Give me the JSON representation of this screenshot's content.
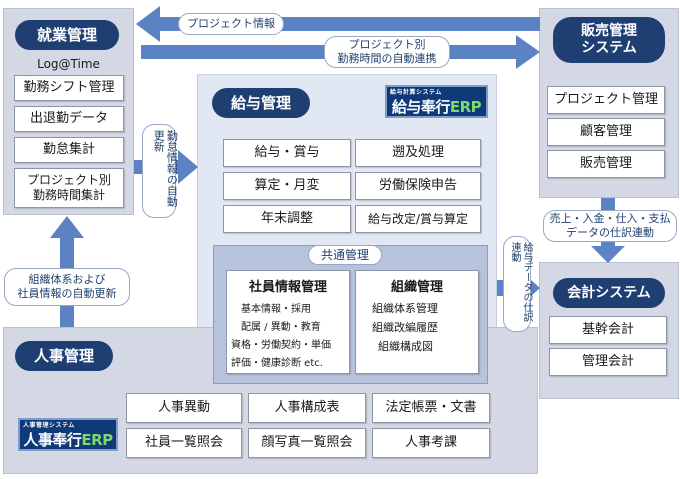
{
  "colors": {
    "arrow": "#5b82c3",
    "pill": "#1f3f73",
    "panel": "#d3d8e4"
  },
  "shugyo": {
    "title": "就業管理",
    "subtitle": "Log@Time",
    "items": [
      "勤務シフト管理",
      "出退勤データ",
      "勤怠集計",
      "プロジェクト別\n勤務時間集計"
    ]
  },
  "hanbai": {
    "title": "販売管理\nシステム",
    "items": [
      "プロジェクト管理",
      "顧客管理",
      "販売管理"
    ]
  },
  "kyuyo": {
    "title": "給与管理",
    "logo_small": "給与計算システム",
    "logo_main": "給与奉行",
    "logo_suffix": "ERP",
    "items": [
      "給与・賞与",
      "遡及処理",
      "算定・月変",
      "労働保険申告",
      "年末調整",
      "給与改定/賞与算定"
    ]
  },
  "kyotsu": {
    "label": "共通管理",
    "shain_title": "社員情報管理",
    "shain_lines": [
      "基本情報・採用",
      "配属 / 異動・教育",
      "資格・労働契約・単価",
      "評価・健康診断 etc."
    ],
    "soshiki_title": "組織管理",
    "soshiki_lines": [
      "組織体系管理",
      "組織改編履歴",
      "組織構成図"
    ]
  },
  "kaikei": {
    "title": "会計システム",
    "items": [
      "基幹会計",
      "管理会計"
    ]
  },
  "jinji": {
    "title": "人事管理",
    "logo_small": "人事管理システム",
    "logo_main": "人事奉行",
    "logo_suffix": "ERP",
    "items": [
      "人事異動",
      "人事構成表",
      "法定帳票・文書",
      "社員一覧照会",
      "顔写真一覧照会",
      "人事考課"
    ]
  },
  "flows": {
    "project_info": "プロジェクト情報",
    "project_hours": "プロジェクト別\n勤務時間の自動連携",
    "kintai": "勤怠情報の自動更新",
    "org_update": "組織体系および\n社員情報の自動更新",
    "sales_journal": "売上・入金・仕入・支払\nデータの仕訳連動",
    "payroll_journal": "給与データの仕訳連動"
  }
}
